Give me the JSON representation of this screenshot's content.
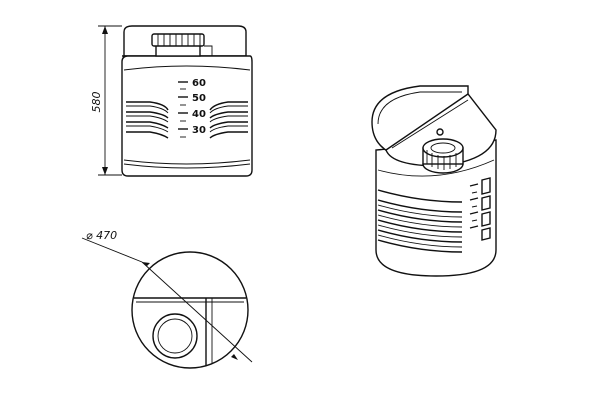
{
  "dimensions": {
    "height_label": "580",
    "diameter_label": "⌀ 470"
  },
  "scale_marks": [
    "60",
    "50",
    "40",
    "30"
  ]
}
